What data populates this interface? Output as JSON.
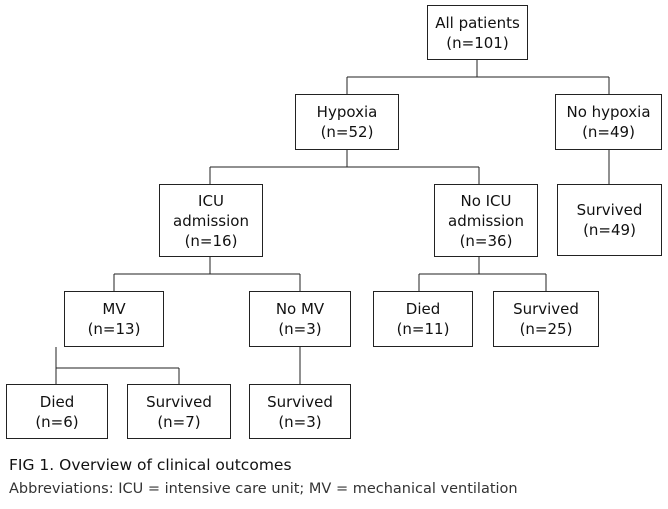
{
  "nodes": {
    "all_patients": [
      "All patients",
      "(n=101)"
    ],
    "hypoxia": [
      "Hypoxia",
      "(n=52)"
    ],
    "no_hypoxia": [
      "No hypoxia",
      "(n=49)"
    ],
    "no_hypoxia_survived": [
      "Survived",
      "(n=49)"
    ],
    "icu_admission": [
      "ICU",
      "admission",
      "(n=16)"
    ],
    "no_icu_admission": [
      "No ICU",
      "admission",
      "(n=36)"
    ],
    "mv": [
      "MV",
      "(n=13)"
    ],
    "no_mv": [
      "No MV",
      "(n=3)"
    ],
    "no_icu_died": [
      "Died",
      "(n=11)"
    ],
    "no_icu_survived": [
      "Survived",
      "(n=25)"
    ],
    "mv_died": [
      "Died",
      "(n=6)"
    ],
    "mv_survived": [
      "Survived",
      "(n=7)"
    ],
    "no_mv_survived": [
      "Survived",
      "(n=3)"
    ]
  },
  "caption": {
    "title": "FIG 1.  Overview of clinical outcomes",
    "note": "Abbreviations: ICU = intensive care unit; MV = mechanical ventilation"
  }
}
